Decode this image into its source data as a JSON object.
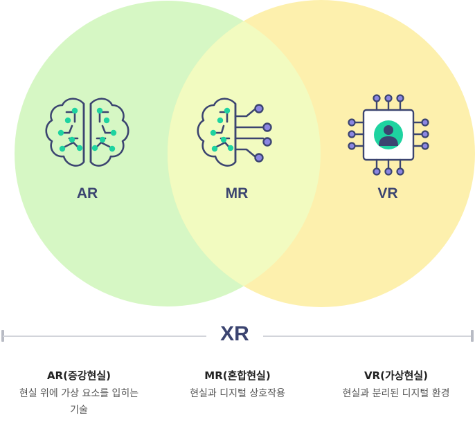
{
  "diagram": {
    "circles": {
      "ar": {
        "label": "AR",
        "color": "#d6f7c4"
      },
      "vr": {
        "label": "VR",
        "color": "#fdf0ad"
      },
      "overlap_color": "#f2fbc0"
    },
    "overlap_label": "MR",
    "icon_colors": {
      "stroke": "#3b4470",
      "dot": "#1ed3a0",
      "node": "#8b86e2"
    }
  },
  "xr_title": "XR",
  "columns": [
    {
      "heading": "AR(증강현실)",
      "desc_line1": "현실 위에 가상 요소를 입히는",
      "desc_line2": "기술"
    },
    {
      "heading": "MR(혼합현실)",
      "desc_line1": "현실과 디지털 상호작용",
      "desc_line2": ""
    },
    {
      "heading": "VR(가상현실)",
      "desc_line1": "현실과 분리된 디지털 환경",
      "desc_line2": ""
    }
  ]
}
